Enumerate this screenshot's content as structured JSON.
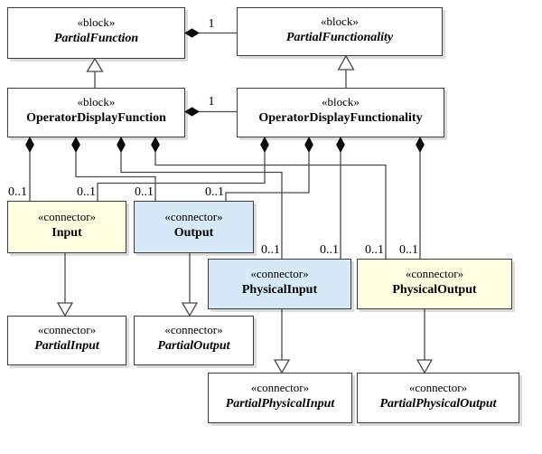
{
  "blocks": {
    "partial_function": {
      "stereotype": "«block»",
      "name": "PartialFunction"
    },
    "partial_functionality": {
      "stereotype": "«block»",
      "name": "PartialFunctionality"
    },
    "operator_display_function": {
      "stereotype": "«block»",
      "name": "OperatorDisplayFunction"
    },
    "operator_display_functionality": {
      "stereotype": "«block»",
      "name": "OperatorDisplayFunctionality"
    },
    "input": {
      "stereotype": "«connector»",
      "name": "Input"
    },
    "output": {
      "stereotype": "«connector»",
      "name": "Output"
    },
    "physical_input": {
      "stereotype": "«connector»",
      "name": "PhysicalInput"
    },
    "physical_output": {
      "stereotype": "«connector»",
      "name": "PhysicalOutput"
    },
    "partial_input": {
      "stereotype": "«connector»",
      "name": "PartialInput"
    },
    "partial_output": {
      "stereotype": "«connector»",
      "name": "PartialOutput"
    },
    "partial_physical_input": {
      "stereotype": "«connector»",
      "name": "PartialPhysicalInput"
    },
    "partial_physical_output": {
      "stereotype": "«connector»",
      "name": "PartialPhysicalOutput"
    }
  },
  "multiplicities": {
    "composition_top": "1",
    "composition_mid": "1",
    "connector_labels": [
      "0..1",
      "0..1",
      "0..1",
      "0..1",
      "0..1",
      "0..1",
      "0..1",
      "0..1"
    ]
  },
  "colors": {
    "yellow_fill": "#FFFFE1",
    "blue_fill": "#D5EAF6",
    "white_fill": "#FFFFFF",
    "box_border": "#3C3C3C",
    "wire": "#4A4A4A",
    "shadow": "#DCDCDC"
  }
}
